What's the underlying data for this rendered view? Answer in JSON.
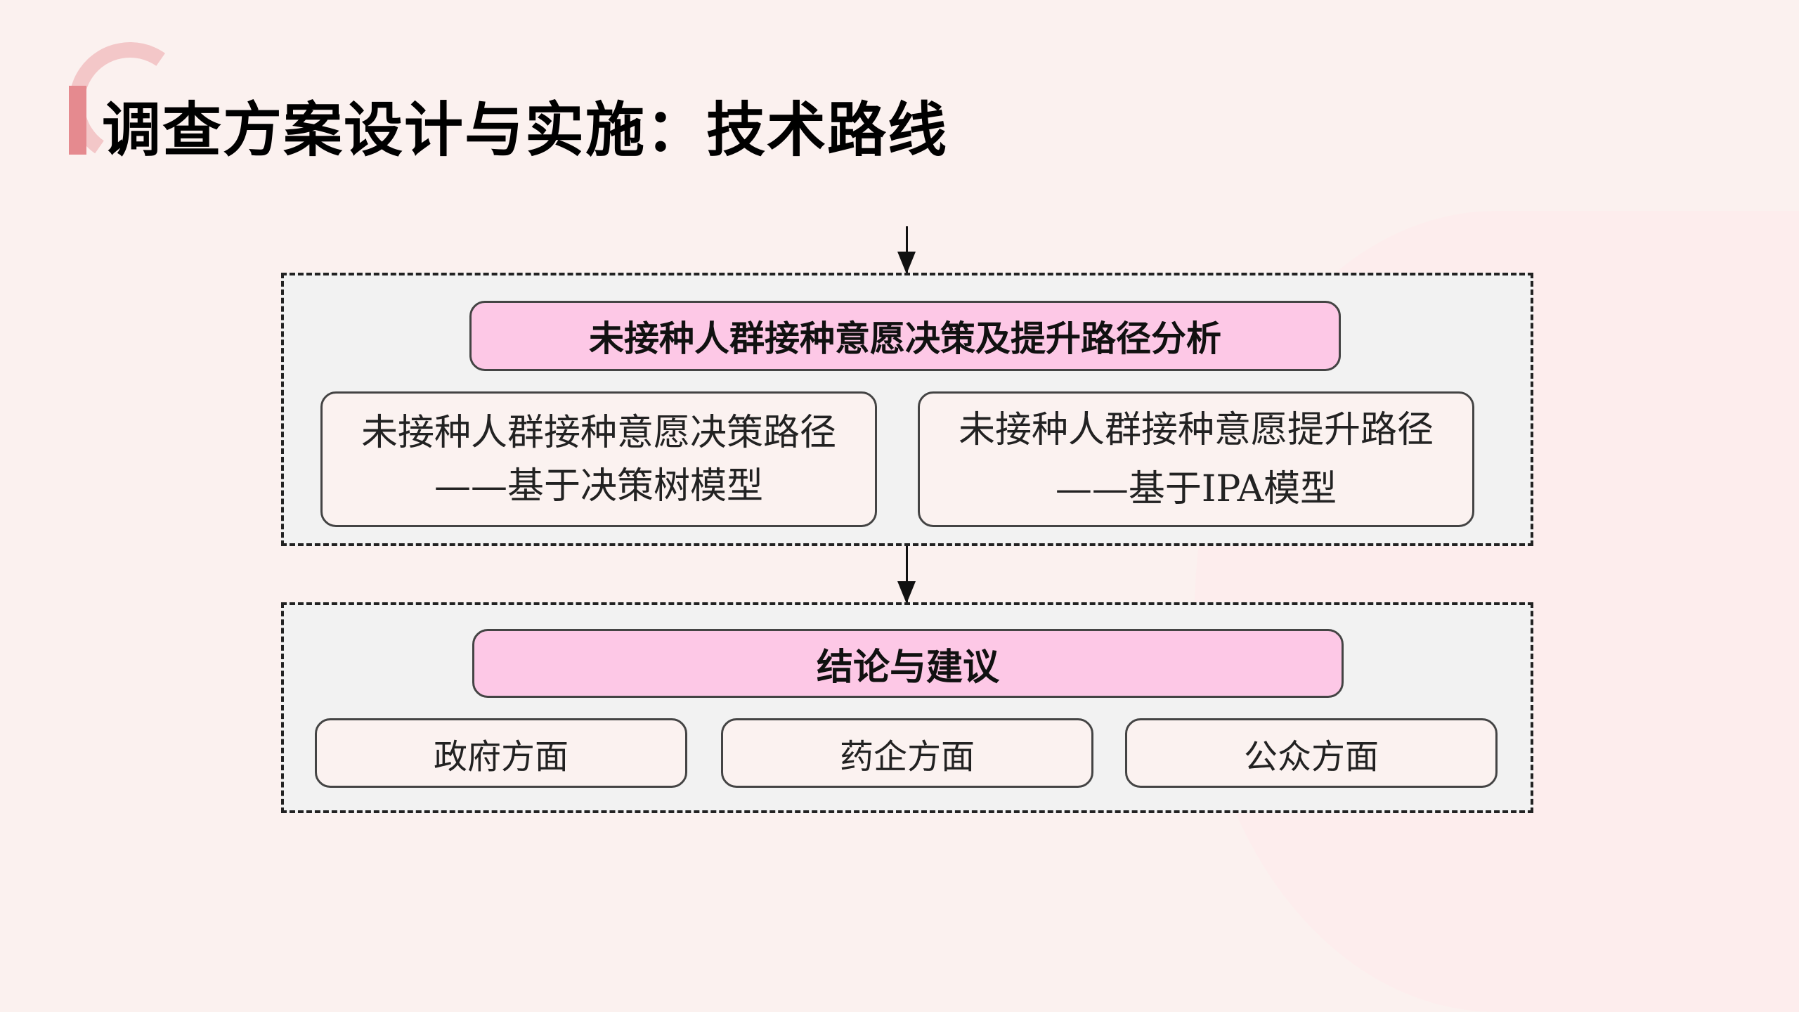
{
  "title": "调查方案设计与实施：技术路线",
  "stage1": {
    "header": "未接种人群接种意愿决策及提升路径分析",
    "left": {
      "line1": "未接种人群接种意愿决策路径",
      "line2": "——基于决策树模型"
    },
    "right": {
      "line1": "未接种人群接种意愿提升路径",
      "line2": "——基于IPA模型"
    }
  },
  "stage2": {
    "header": "结论与建议",
    "items": [
      "政府方面",
      "药企方面",
      "公众方面"
    ]
  },
  "colors": {
    "accent": "#e58a8f",
    "pink_box": "#fdc8e6",
    "panel": "#f2f2f2",
    "background": "#fbf1ef"
  }
}
